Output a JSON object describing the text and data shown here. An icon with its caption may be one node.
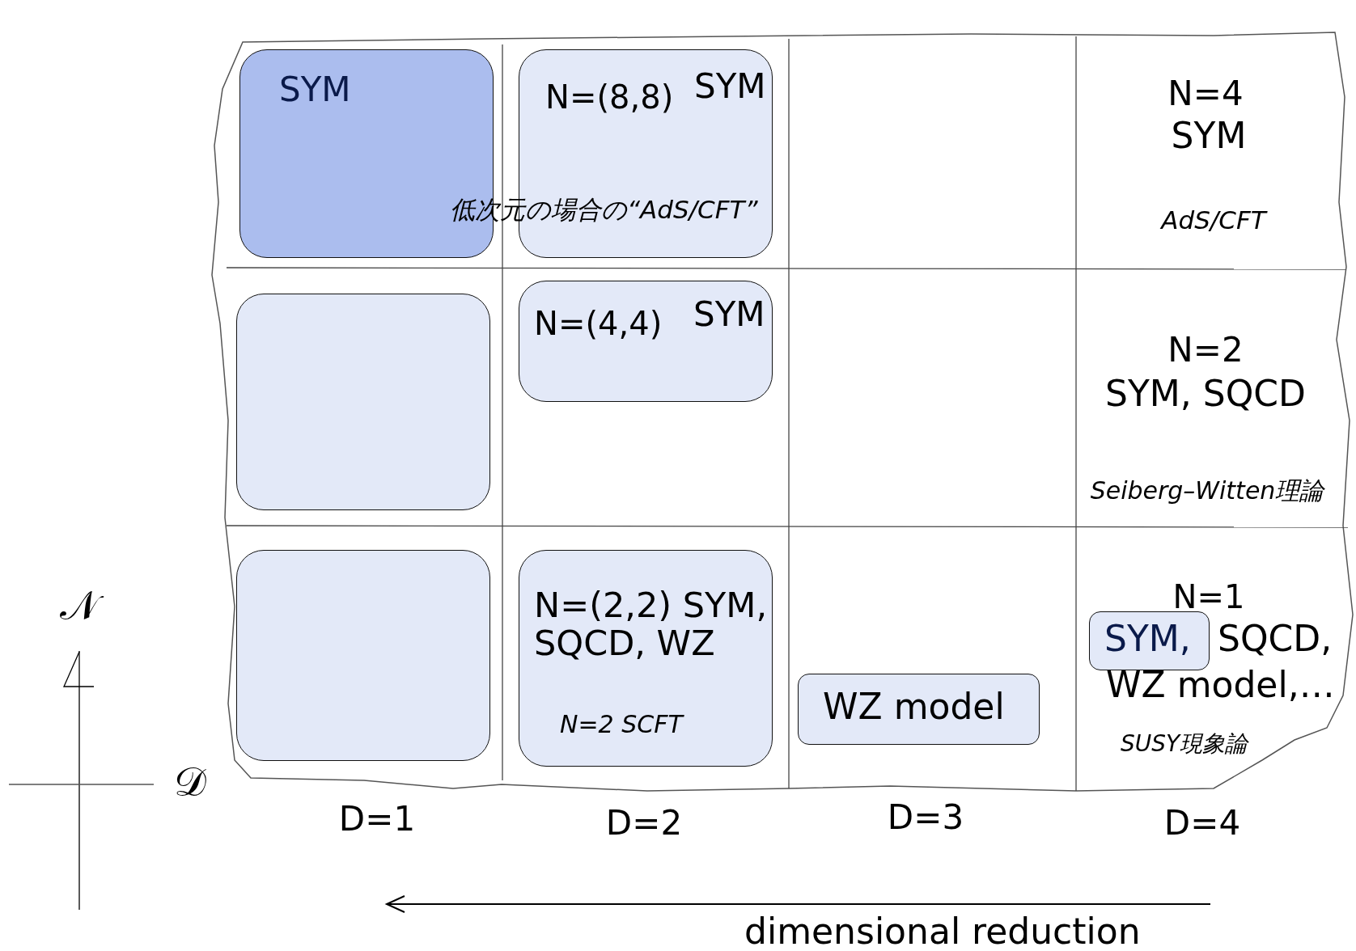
{
  "diagram": {
    "nodes": [
      {
        "text": [
          "SYM"
        ]
      },
      {
        "text": [
          "N=(8,8)",
          "SYM"
        ]
      },
      {
        "text": [],
        "shape": "box"
      },
      {
        "text": [
          "N=(4,4)",
          "SYM"
        ]
      },
      {
        "text": [],
        "shape": "box"
      },
      {
        "text": [
          "N=(2,2) SYM, SQCD, WZ",
          "N=2 SCFT"
        ]
      },
      {
        "text": [
          "WZ model"
        ]
      },
      {
        "text": [
          "SYM,"
        ]
      }
    ],
    "edges": [],
    "labels": [
      "低次元の場合の“AdS/CFT”",
      "N=4",
      "SYM",
      "AdS/CFT",
      "N=2",
      "SYM, SQCD",
      "Seiberg–Witten理論",
      "N=1",
      "SQCD,",
      "WZ model,…",
      "SUSY現象論",
      "D=1",
      "D=2",
      "D=3",
      "D=4",
      "dimensional reduction",
      "𝒩",
      "𝒟"
    ]
  }
}
